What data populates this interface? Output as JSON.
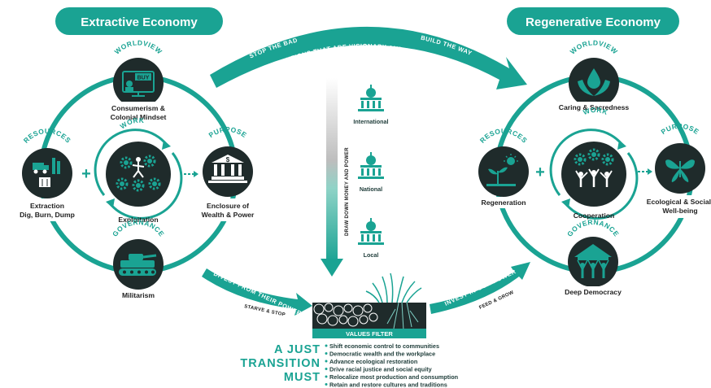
{
  "left": {
    "title": "Extractive Economy",
    "worldview": {
      "category": "WORLDVIEW",
      "label1": "Consumerism &",
      "label2": "Colonial Mindset",
      "sign": "BUY"
    },
    "work": {
      "category": "WORK",
      "label": "Exploitation"
    },
    "resources": {
      "category": "RESOURCES",
      "label1": "Extraction",
      "label2": "Dig, Burn, Dump"
    },
    "purpose": {
      "category": "PURPOSE",
      "label1": "Enclosure of",
      "label2": "Wealth & Power"
    },
    "governance": {
      "category": "GOVERNANCE",
      "label": "Militarism"
    }
  },
  "right": {
    "title": "Regenerative Economy",
    "worldview": {
      "category": "WORLDVIEW",
      "label": "Caring & Sacredness"
    },
    "work": {
      "category": "WORK",
      "label": "Cooperation"
    },
    "resources": {
      "category": "RESOURCES",
      "label": "Regeneration"
    },
    "purpose": {
      "category": "PURPOSE",
      "label1": "Ecological & Social",
      "label2": "Well-being"
    },
    "governance": {
      "category": "GOVERNANCE",
      "label": "Deep Democracy"
    }
  },
  "top_arrow": {
    "left": "STOP THE BAD",
    "right": "BUILD THE WAY",
    "sub": "SOLUTIONS THAT ARE VISIONARY AND OPPOSITIONAL"
  },
  "center": {
    "vertical_label": "DRAW DOWN MONEY AND POWER",
    "levels": [
      "International",
      "National",
      "Local"
    ]
  },
  "bottom_left_arrow": {
    "text": "DIVEST FROM THEIR POWER",
    "sub": "STARVE & STOP"
  },
  "bottom_right_arrow": {
    "text": "INVEST IN OUR POWER",
    "sub": "FEED & GROW"
  },
  "filter": {
    "label": "VALUES FILTER"
  },
  "just_transition": {
    "line1": "A JUST",
    "line2": "TRANSITION",
    "line3": "MUST",
    "items": [
      "Shift economic control to communities",
      "Democratic wealth and the workplace",
      "Advance ecological restoration",
      "Drive racial justice and social equity",
      "Relocalize most production and consumption",
      "Retain and restore cultures and traditions"
    ]
  },
  "colors": {
    "teal": "#1aa393",
    "dark": "#1f2b2b",
    "light_teal": "#7fd1c6"
  },
  "icons": {
    "worldview_left": "tv-buy-icon",
    "work_left": "gears-people-icon",
    "resources_left": "factory-truck-icon",
    "purpose_left": "bank-dollar-icon",
    "governance_left": "tank-icon",
    "worldview_right": "hands-water-drop-icon",
    "work_right": "gears-people-cooperation-icon",
    "resources_right": "sprout-sun-icon",
    "purpose_right": "butterfly-hands-icon",
    "governance_right": "house-people-icon",
    "capitol": "capitol-building-icon"
  }
}
